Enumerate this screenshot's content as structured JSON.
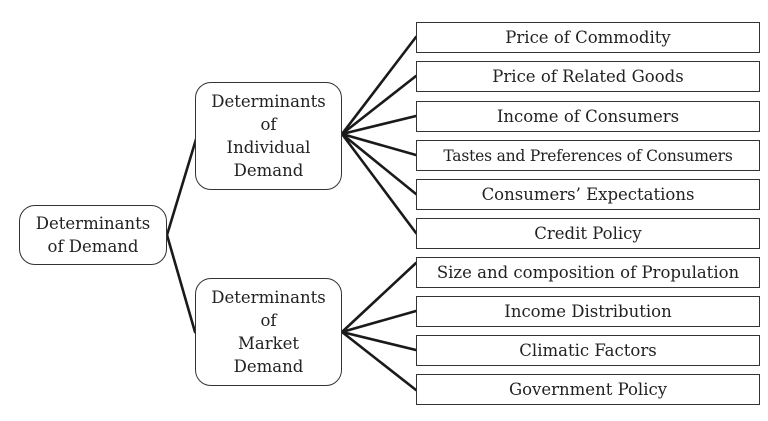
{
  "root": {
    "label": "Determinants\nof Demand"
  },
  "branches": [
    {
      "label": "Determinants\nof\nIndividual\nDemand",
      "items": [
        "Price of Commodity",
        "Price of Related Goods",
        "Income of Consumers",
        "Tastes and Preferences of Consumers",
        "Consumers’ Expectations",
        "Credit Policy"
      ]
    },
    {
      "label": "Determinants\nof\nMarket\nDemand",
      "items": [
        "Size and composition of Propulation",
        "Income Distribution",
        "Climatic Factors",
        "Government Policy"
      ]
    }
  ]
}
